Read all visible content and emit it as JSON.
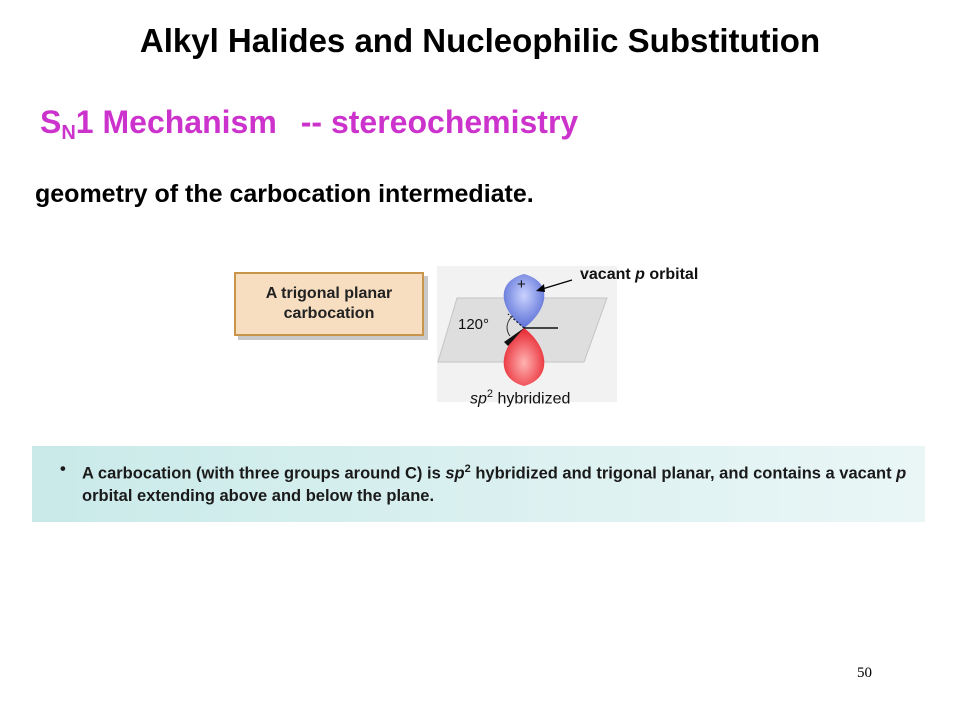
{
  "slide": {
    "title": "Alkyl Halides and Nucleophilic Substitution",
    "subtitle": {
      "s": "S",
      "n": "N",
      "one_mechanism": "1 Mechanism",
      "stereo": "-- stereochemistry"
    },
    "intro": "geometry of the carbocation intermediate.",
    "page_number": "50",
    "colors": {
      "subtitle": "#CC33CC",
      "label_box_fill": "#F7DEC0",
      "label_box_border": "#C9954A",
      "orbital_top": "#5B6FD6",
      "orbital_bottom": "#E8242E",
      "bullet_box": "#C9EAE9"
    }
  },
  "figure": {
    "label_line1": "A trigonal planar",
    "label_line2": "carbocation",
    "vacant_p": "p",
    "vacant_before": "vacant ",
    "vacant_after": " orbital",
    "plus": "+",
    "angle": "120°",
    "sp": "sp",
    "sp_sup": "2",
    "hybridized": " hybridized"
  },
  "bullet": {
    "dot": "•",
    "part1": "A carbocation (with three groups around C) is ",
    "sp": "sp",
    "sup": "2",
    "part2": " hybridized and trigonal planar, and contains a vacant ",
    "p": "p",
    "part3": " orbital extending above and below the plane."
  }
}
